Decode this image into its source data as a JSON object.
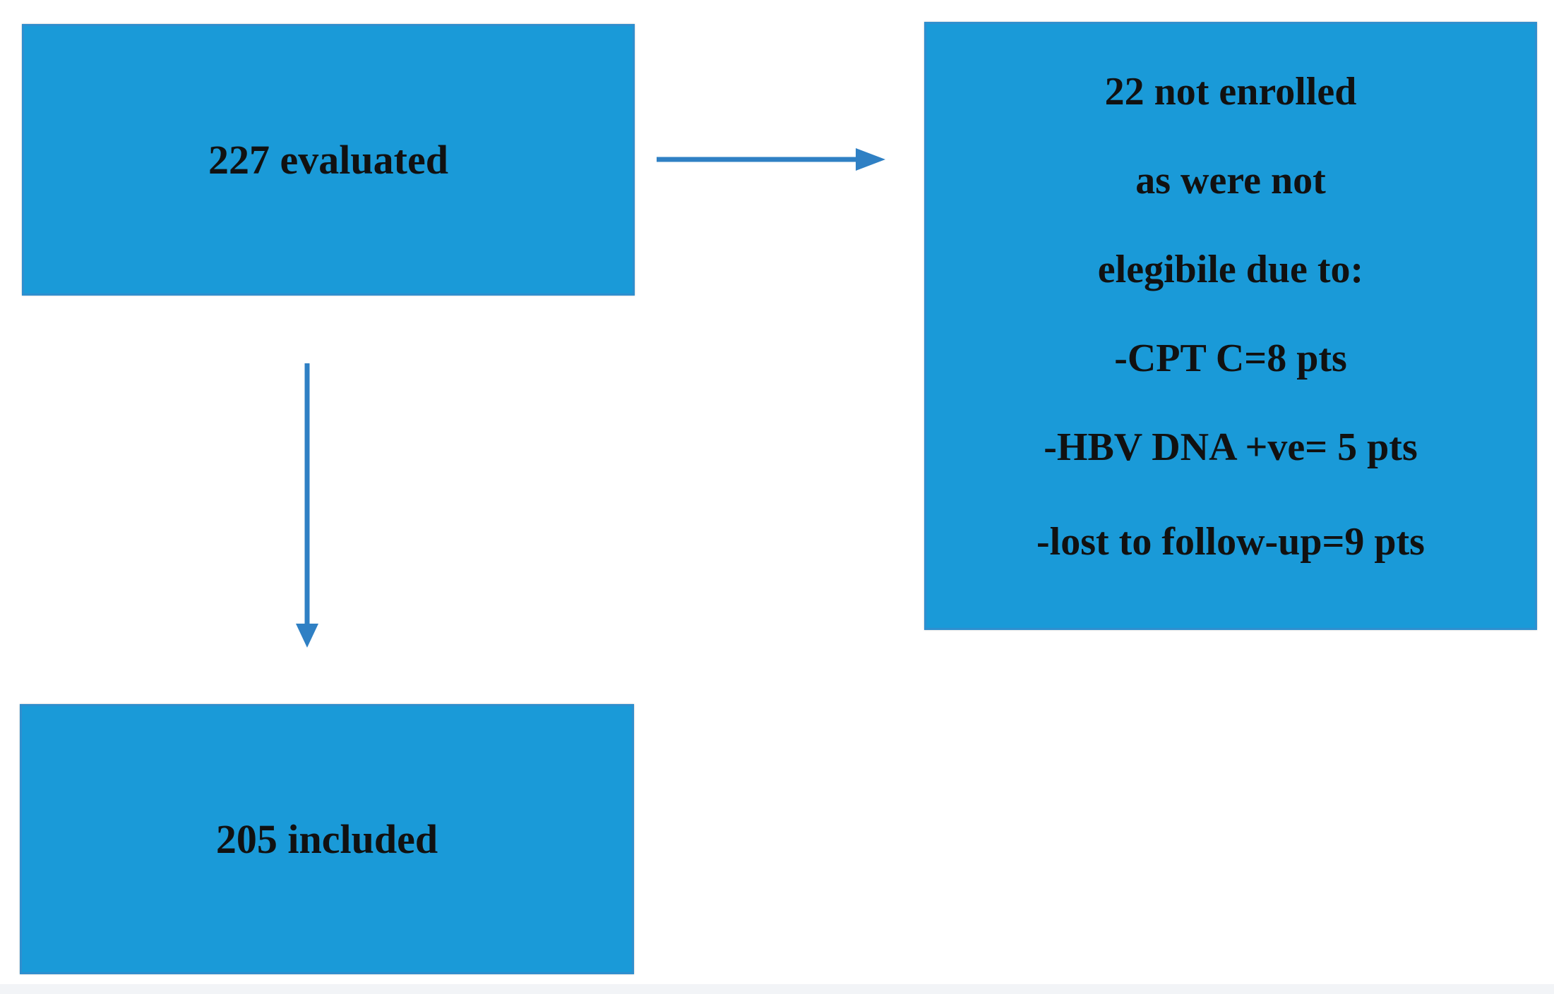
{
  "diagram": {
    "evaluated": {
      "label": "227 evaluated"
    },
    "included": {
      "label": "205 included"
    },
    "excluded": {
      "lines": [
        "22 not enrolled",
        "as were not",
        "elegibile due to:",
        "-CPT C=8 pts",
        "-HBV DNA +ve= 5 pts",
        "-lost to follow-up=9 pts"
      ]
    },
    "colors": {
      "box_fill": "#1a9ad8",
      "box_border": "#2e8fcf",
      "arrow": "#2f80c4",
      "text": "#111111"
    }
  }
}
